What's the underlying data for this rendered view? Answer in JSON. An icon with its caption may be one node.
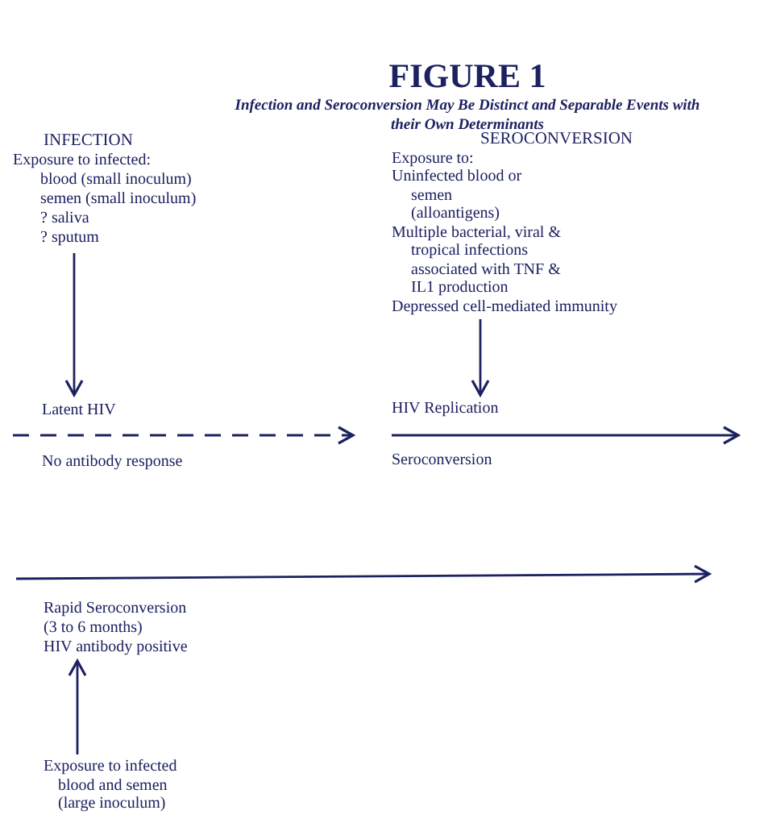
{
  "diagram": {
    "title": "FIGURE 1",
    "caption": "Infection and Seroconversion May Be Distinct and Separable Events with their Own Determinants",
    "nodes": [
      {
        "text": [
          "INFECTION",
          "Exposure to infected:",
          "blood (small inoculum)",
          "semen (small inoculum)",
          "? saliva",
          "? sputum"
        ]
      },
      {
        "text": [
          "SEROCONVERSION",
          "Exposure to:",
          "Uninfected blood or semen (alloantigens)",
          "Multiple bacterial, viral & tropical infections associated with TNF & IL1 production",
          "Depressed cell-mediated immunity"
        ]
      },
      {
        "text": [
          "Latent HIV",
          "No antibody response"
        ]
      },
      {
        "text": [
          "HIV Replication",
          "Seroconversion"
        ]
      },
      {
        "text": [
          "Rapid Seroconversion",
          "(3 to 6 months)",
          "HIV antibody positive"
        ]
      },
      {
        "text": [
          "Exposure to infected blood and semen (large inoculum)"
        ]
      }
    ],
    "edges": [
      {
        "from": 0,
        "to": 2,
        "arrow": "to"
      },
      {
        "from": 1,
        "to": 3,
        "arrow": "to"
      },
      {
        "from": 2,
        "to": 3,
        "arrow": "to",
        "style": "dashed"
      },
      {
        "from": 3,
        "to": null,
        "arrow": "to"
      },
      {
        "from": 5,
        "to": 4,
        "arrow": "to"
      }
    ]
  }
}
